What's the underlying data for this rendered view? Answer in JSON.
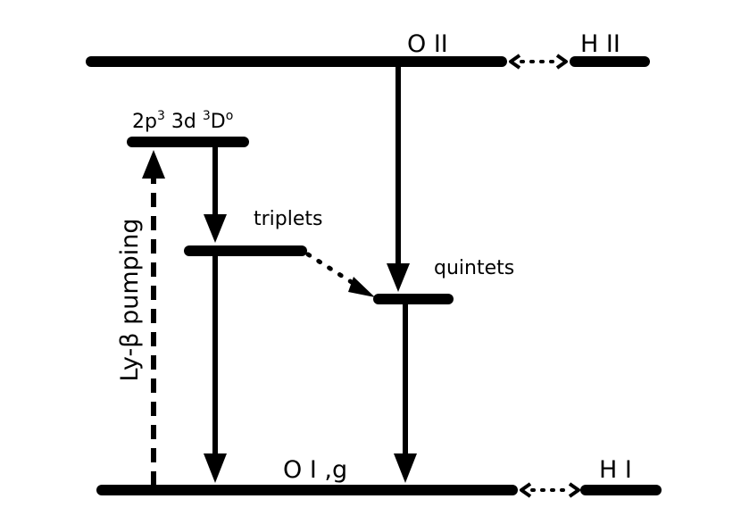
{
  "labels": {
    "o_ii": "O II",
    "h_ii": "H II",
    "state_main": "2p",
    "state_sup1": "3",
    "state_mid": " 3d ",
    "state_sup2": "3",
    "state_end": "D",
    "state_sup3": "o",
    "triplets": "triplets",
    "quintets": "quintets",
    "pumping": "Ly-β pumping",
    "o_i": "O I ,g",
    "h_i": "H I"
  },
  "colors": {
    "ink": "#000000",
    "background": "#ffffff"
  }
}
